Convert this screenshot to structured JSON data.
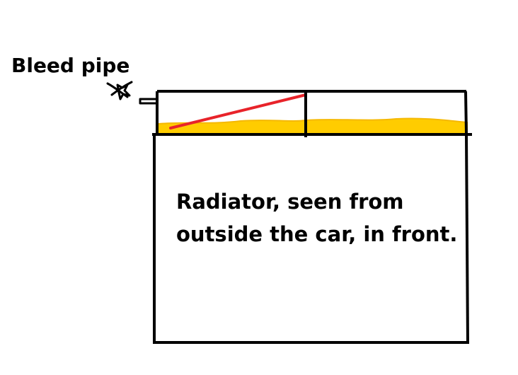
{
  "labels": {
    "bleed_pipe": "Bleed pipe",
    "caption_line1": "Radiator, seen from",
    "caption_line2": "outside the car, in front."
  },
  "colors": {
    "outline": "#000000",
    "coolant": "#ffcc00",
    "coolant_edge": "#f5b800",
    "slope_line": "#e8232a",
    "background": "#ffffff"
  },
  "icons": {
    "bleed_valve": "bleed-valve-icon"
  }
}
